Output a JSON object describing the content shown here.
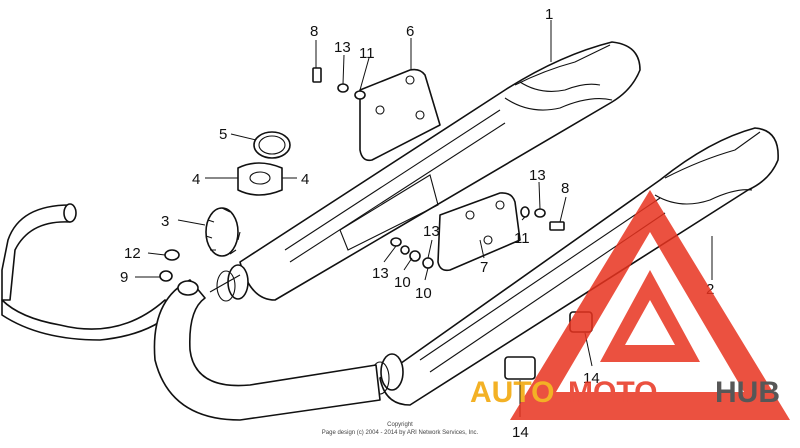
{
  "diagram": {
    "callouts": [
      "1",
      "2",
      "3",
      "4",
      "4",
      "5",
      "6",
      "7",
      "8",
      "8",
      "9",
      "10",
      "10",
      "11",
      "11",
      "12",
      "13",
      "13",
      "13",
      "13",
      "14",
      "14"
    ]
  },
  "watermark": {
    "brand_part_1": "AUTO",
    "brand_part_2": "MOTO",
    "brand_part_3": "HUB",
    "color_auto": "#f2a400",
    "color_moto": "#e8331f",
    "color_hub": "#3a3a3a",
    "triangle_color": "#e8331f"
  },
  "copyright": {
    "line1": "Copyright",
    "line2": "Page design (c) 2004 - 2014 by ARI Network Services, Inc."
  }
}
